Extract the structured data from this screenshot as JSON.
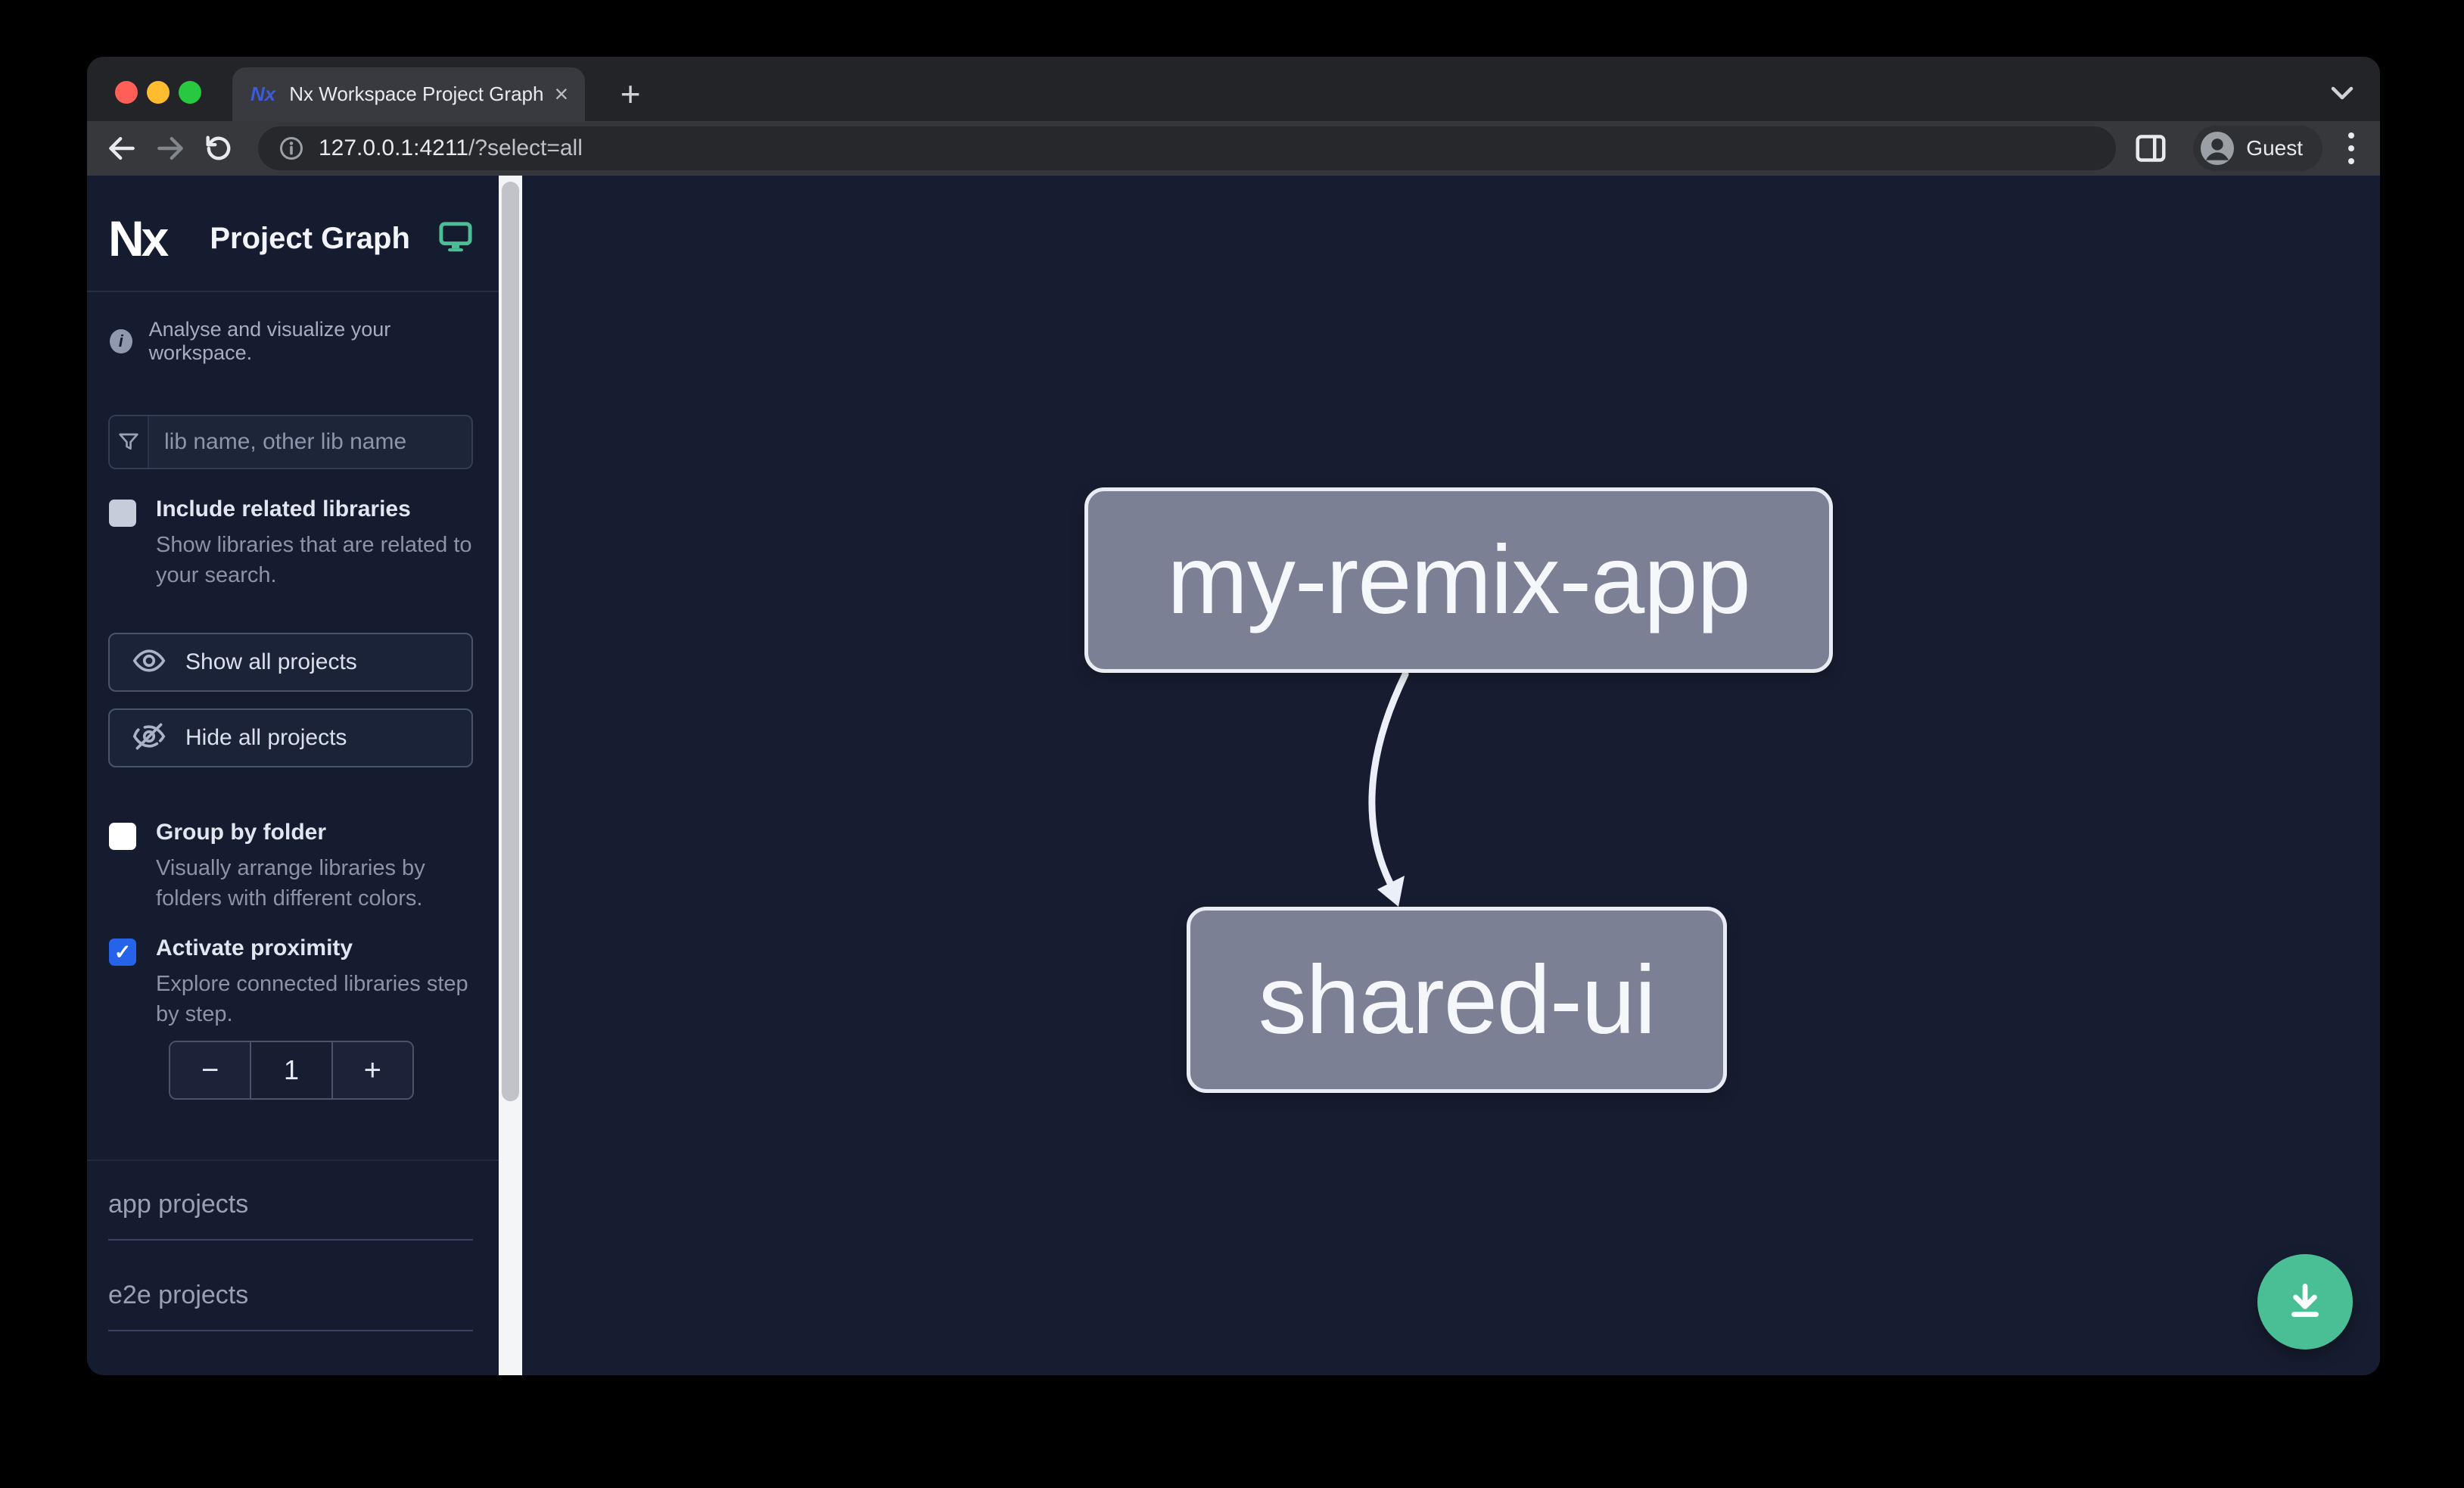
{
  "browser": {
    "tab_title": "Nx Workspace Project Graph",
    "tab_favicon": "Nx",
    "close_tab": "×",
    "new_tab": "+",
    "url_host": "127.0.0.1:4211",
    "url_path": "/?select=all",
    "profile_label": "Guest"
  },
  "sidebar": {
    "brand": "Nx",
    "title": "Project Graph",
    "tagline": "Analyse and visualize your workspace.",
    "info_glyph": "i",
    "filter_placeholder": "lib name, other lib name",
    "include_related_label": "Include related libraries",
    "include_related_desc": "Show libraries that are related to your search.",
    "show_all_label": "Show all projects",
    "hide_all_label": "Hide all projects",
    "group_by_folder_label": "Group by folder",
    "group_by_folder_desc": "Visually arrange libraries by folders with different colors.",
    "proximity_label": "Activate proximity",
    "proximity_desc": "Explore connected libraries step by step.",
    "proximity_check": "✓",
    "proximity_minus": "−",
    "proximity_value": "1",
    "proximity_plus": "+",
    "section_app": "app projects",
    "section_e2e": "e2e projects"
  },
  "graph": {
    "nodes": [
      {
        "label": "my-remix-app"
      },
      {
        "label": "shared-ui"
      }
    ]
  },
  "colors": {
    "accent_green": "#4abe95",
    "checkbox_blue": "#2563eb",
    "node_fill": "#7b8094",
    "canvas_bg": "#171d31",
    "sidebar_bg": "#161c2f"
  }
}
